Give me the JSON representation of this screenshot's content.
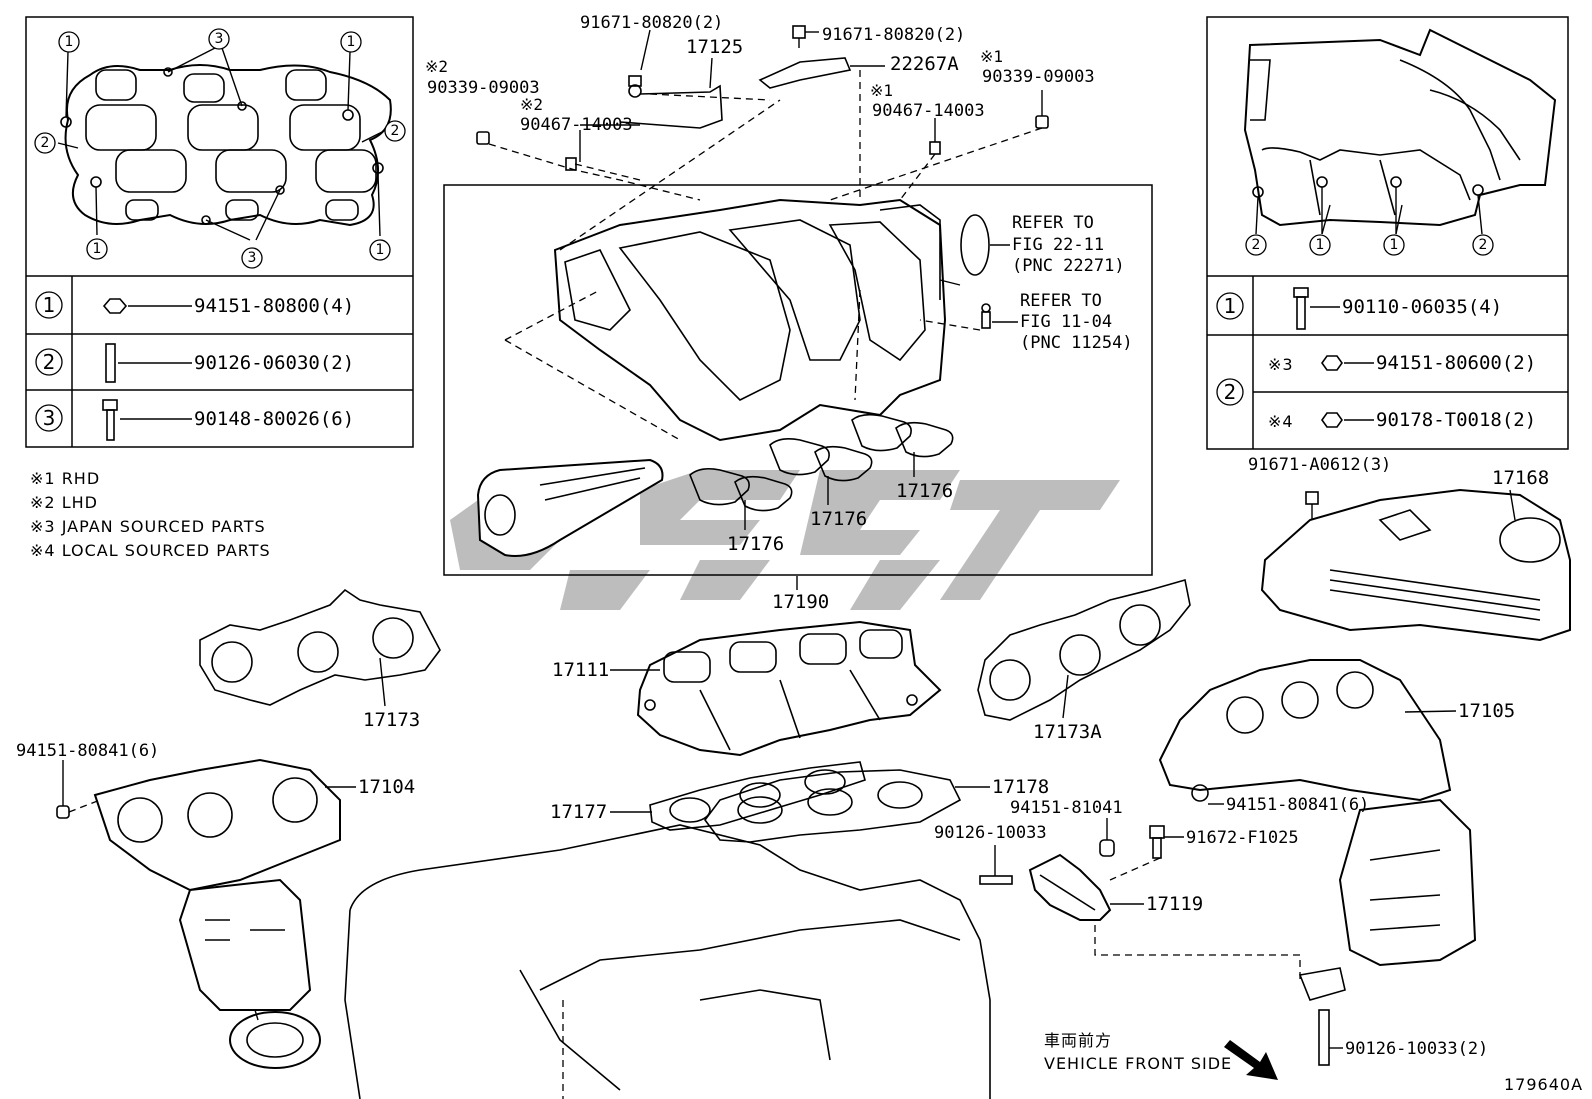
{
  "diagram": {
    "figure_id": "179640A",
    "legend_notes": [
      {
        "mark": "※1",
        "text": "RHD"
      },
      {
        "mark": "※2",
        "text": "LHD"
      },
      {
        "mark": "※3",
        "text": "JAPAN SOURCED PARTS"
      },
      {
        "mark": "※4",
        "text": "LOCAL SOURCED PARTS"
      }
    ],
    "left_table": [
      {
        "num": "1",
        "part": "94151-80800(4)"
      },
      {
        "num": "2",
        "part": "90126-06030(2)"
      },
      {
        "num": "3",
        "part": "90148-80026(6)"
      }
    ],
    "right_table": [
      {
        "num": "1",
        "rows": [
          {
            "note": "",
            "part": "90110-06035(4)"
          }
        ]
      },
      {
        "num": "2",
        "rows": [
          {
            "note": "※3",
            "part": "94151-80600(2)"
          },
          {
            "note": "※4",
            "part": "90178-T0018(2)"
          }
        ]
      }
    ],
    "callout_nums": {
      "one": "1",
      "two": "2",
      "three": "3"
    },
    "labels": {
      "p_91671_80820_a": "91671-80820(2)",
      "p_17125": "17125",
      "p_91671_80820_b": "91671-80820(2)",
      "p_22267a": "22267A",
      "mark2_a": "※2",
      "p_90339_09003_a": "90339-09003",
      "mark2_b": "※2",
      "p_90467_14003_a": "90467-14003",
      "mark1_a": "※1",
      "p_90339_09003_b": "90339-09003",
      "mark1_b": "※1",
      "p_90467_14003_b": "90467-14003",
      "refer1_a": "REFER TO",
      "refer1_b": "FIG 22-11",
      "refer1_c": "(PNC 22271)",
      "refer2_a": "REFER TO",
      "refer2_b": "FIG 11-04",
      "refer2_c": "(PNC 11254)",
      "p_17176_a": "17176",
      "p_17176_b": "17176",
      "p_17176_c": "17176",
      "p_17190": "17190",
      "p_91671_a0612": "91671-A0612(3)",
      "p_17168": "17168",
      "p_17173": "17173",
      "p_17111": "17111",
      "p_17173a": "17173A",
      "p_17105": "17105",
      "p_94151_80841_a": "94151-80841(6)",
      "p_17104": "17104",
      "p_17178": "17178",
      "p_17177": "17177",
      "p_94151_81041": "94151-81041",
      "p_94151_80841_b": "94151-80841(6)",
      "p_90126_10033_a": "90126-10033",
      "p_91672_f1025": "91672-F1025",
      "p_17119": "17119",
      "p_90126_10033_b": "90126-10033(2)",
      "front_jp": "車両前方",
      "front_en": "VEHICLE FRONT SIDE"
    }
  }
}
